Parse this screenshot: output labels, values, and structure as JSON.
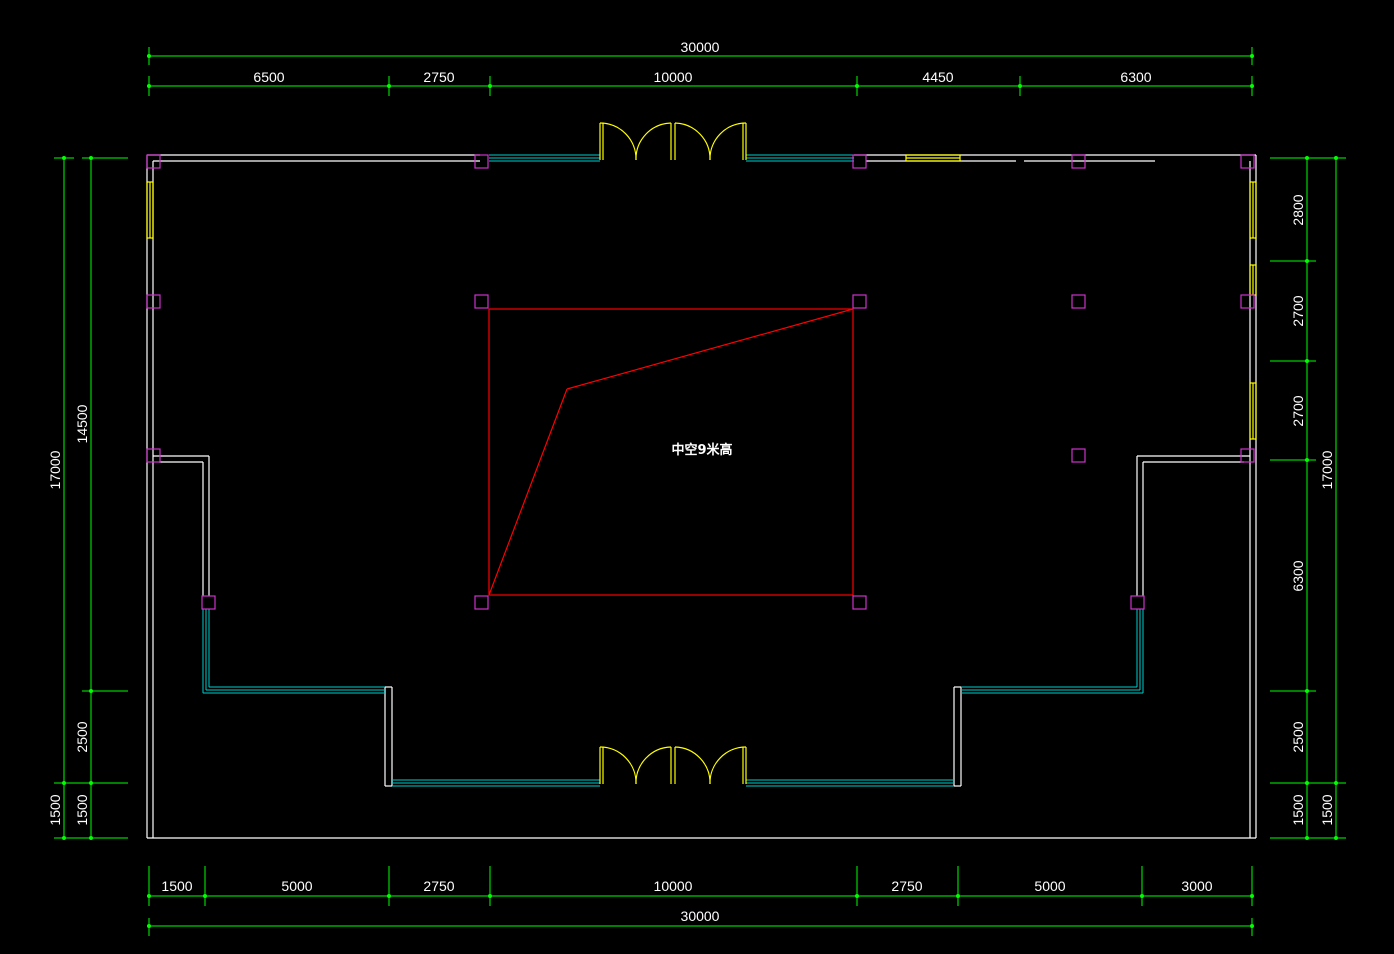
{
  "colors": {
    "background": "#000000",
    "dimension_line": "#00ff00",
    "wall": "#ffffff",
    "column": "#cc33cc",
    "glass": "#00cccc",
    "door": "#ffff00",
    "void_outline": "#ff0000",
    "text": "#ffffff"
  },
  "room_label": "中空9米高",
  "dimensions": {
    "top_total": "30000",
    "top_segments": [
      "6500",
      "2750",
      "10000",
      "4450",
      "6300"
    ],
    "bottom_segments": [
      "1500",
      "5000",
      "2750",
      "10000",
      "2750",
      "5000",
      "3000"
    ],
    "bottom_total": "30000",
    "left_outer_total": "17000",
    "left_outer_base": "1500",
    "left_inner_upper": "14500",
    "left_inner_mid": "2500",
    "left_inner_base": "1500",
    "right_inner_segments": [
      "2800",
      "2700",
      "2700",
      "6300",
      "2500",
      "1500"
    ],
    "right_outer_total": "17000",
    "right_outer_base": "1500"
  }
}
